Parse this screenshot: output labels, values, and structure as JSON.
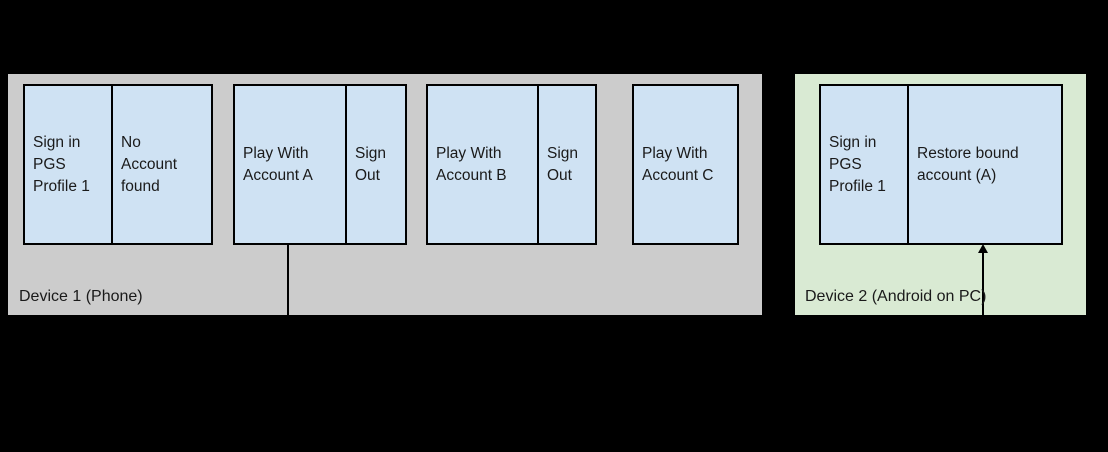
{
  "colors": {
    "background": "#000000",
    "container_gray": "#cccccc",
    "container_green": "#d9ead3",
    "box_fill": "#cfe2f3",
    "border": "#000000",
    "text": "#1a1a1a"
  },
  "device1": {
    "label": "Device 1 (Phone)",
    "box1": {
      "cell1": "Sign in\nPGS\nProfile 1",
      "cell2": "No\nAccount\nfound"
    },
    "box2": {
      "cell1": "Play With\nAccount A",
      "cell2": "Sign\nOut"
    },
    "box3": {
      "cell1": "Play With\nAccount B",
      "cell2": "Sign\nOut"
    },
    "box4": {
      "cell1": "Play With\nAccount C"
    }
  },
  "device2": {
    "label": "Device 2 (Android on PC)",
    "box1": {
      "cell1": "Sign in\nPGS\nProfile 1",
      "cell2": "Restore bound\naccount (A)"
    }
  }
}
